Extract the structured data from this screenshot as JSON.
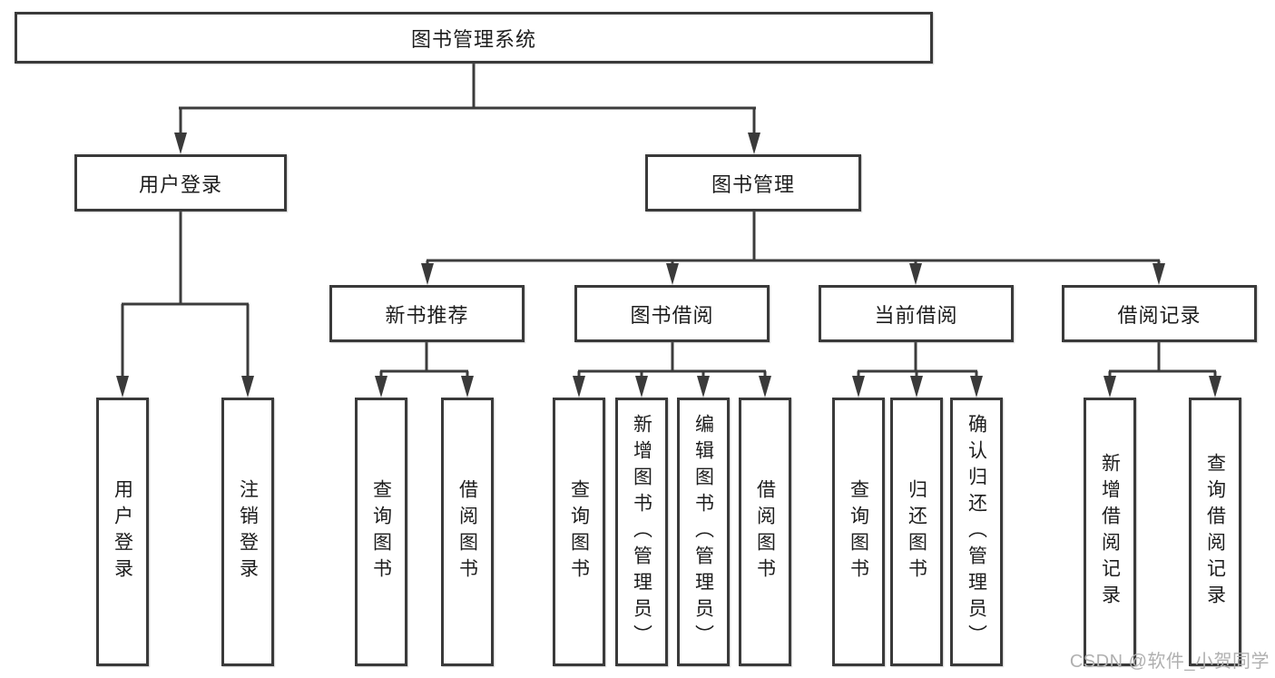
{
  "diagram": {
    "type": "tree",
    "root": {
      "label": "图书管理系统",
      "children": [
        {
          "label": "用户登录",
          "children": [
            {
              "label": "用户登录"
            },
            {
              "label": "注销登录"
            }
          ]
        },
        {
          "label": "图书管理",
          "children": [
            {
              "label": "新书推荐",
              "children": [
                {
                  "label": "查询图书"
                },
                {
                  "label": "借阅图书"
                }
              ]
            },
            {
              "label": "图书借阅",
              "children": [
                {
                  "label": "查询图书"
                },
                {
                  "label": "新增图书（管理员）"
                },
                {
                  "label": "编辑图书（管理员）"
                },
                {
                  "label": "借阅图书"
                }
              ]
            },
            {
              "label": "当前借阅",
              "children": [
                {
                  "label": "查询图书"
                },
                {
                  "label": "归还图书"
                },
                {
                  "label": "确认归还（管理员）"
                }
              ]
            },
            {
              "label": "借阅记录",
              "children": [
                {
                  "label": "新增借阅记录"
                },
                {
                  "label": "查询借阅记录"
                }
              ]
            }
          ]
        }
      ]
    }
  },
  "watermark": {
    "text": "CSDN @软件_小贺同学",
    "color": "#b0b0b0"
  },
  "colors": {
    "line": "#3c3c3c",
    "box_border": "#3a3a3a",
    "box_background": "#ffffff",
    "text": "#1d1d1d",
    "page_background": "#ffffff"
  }
}
